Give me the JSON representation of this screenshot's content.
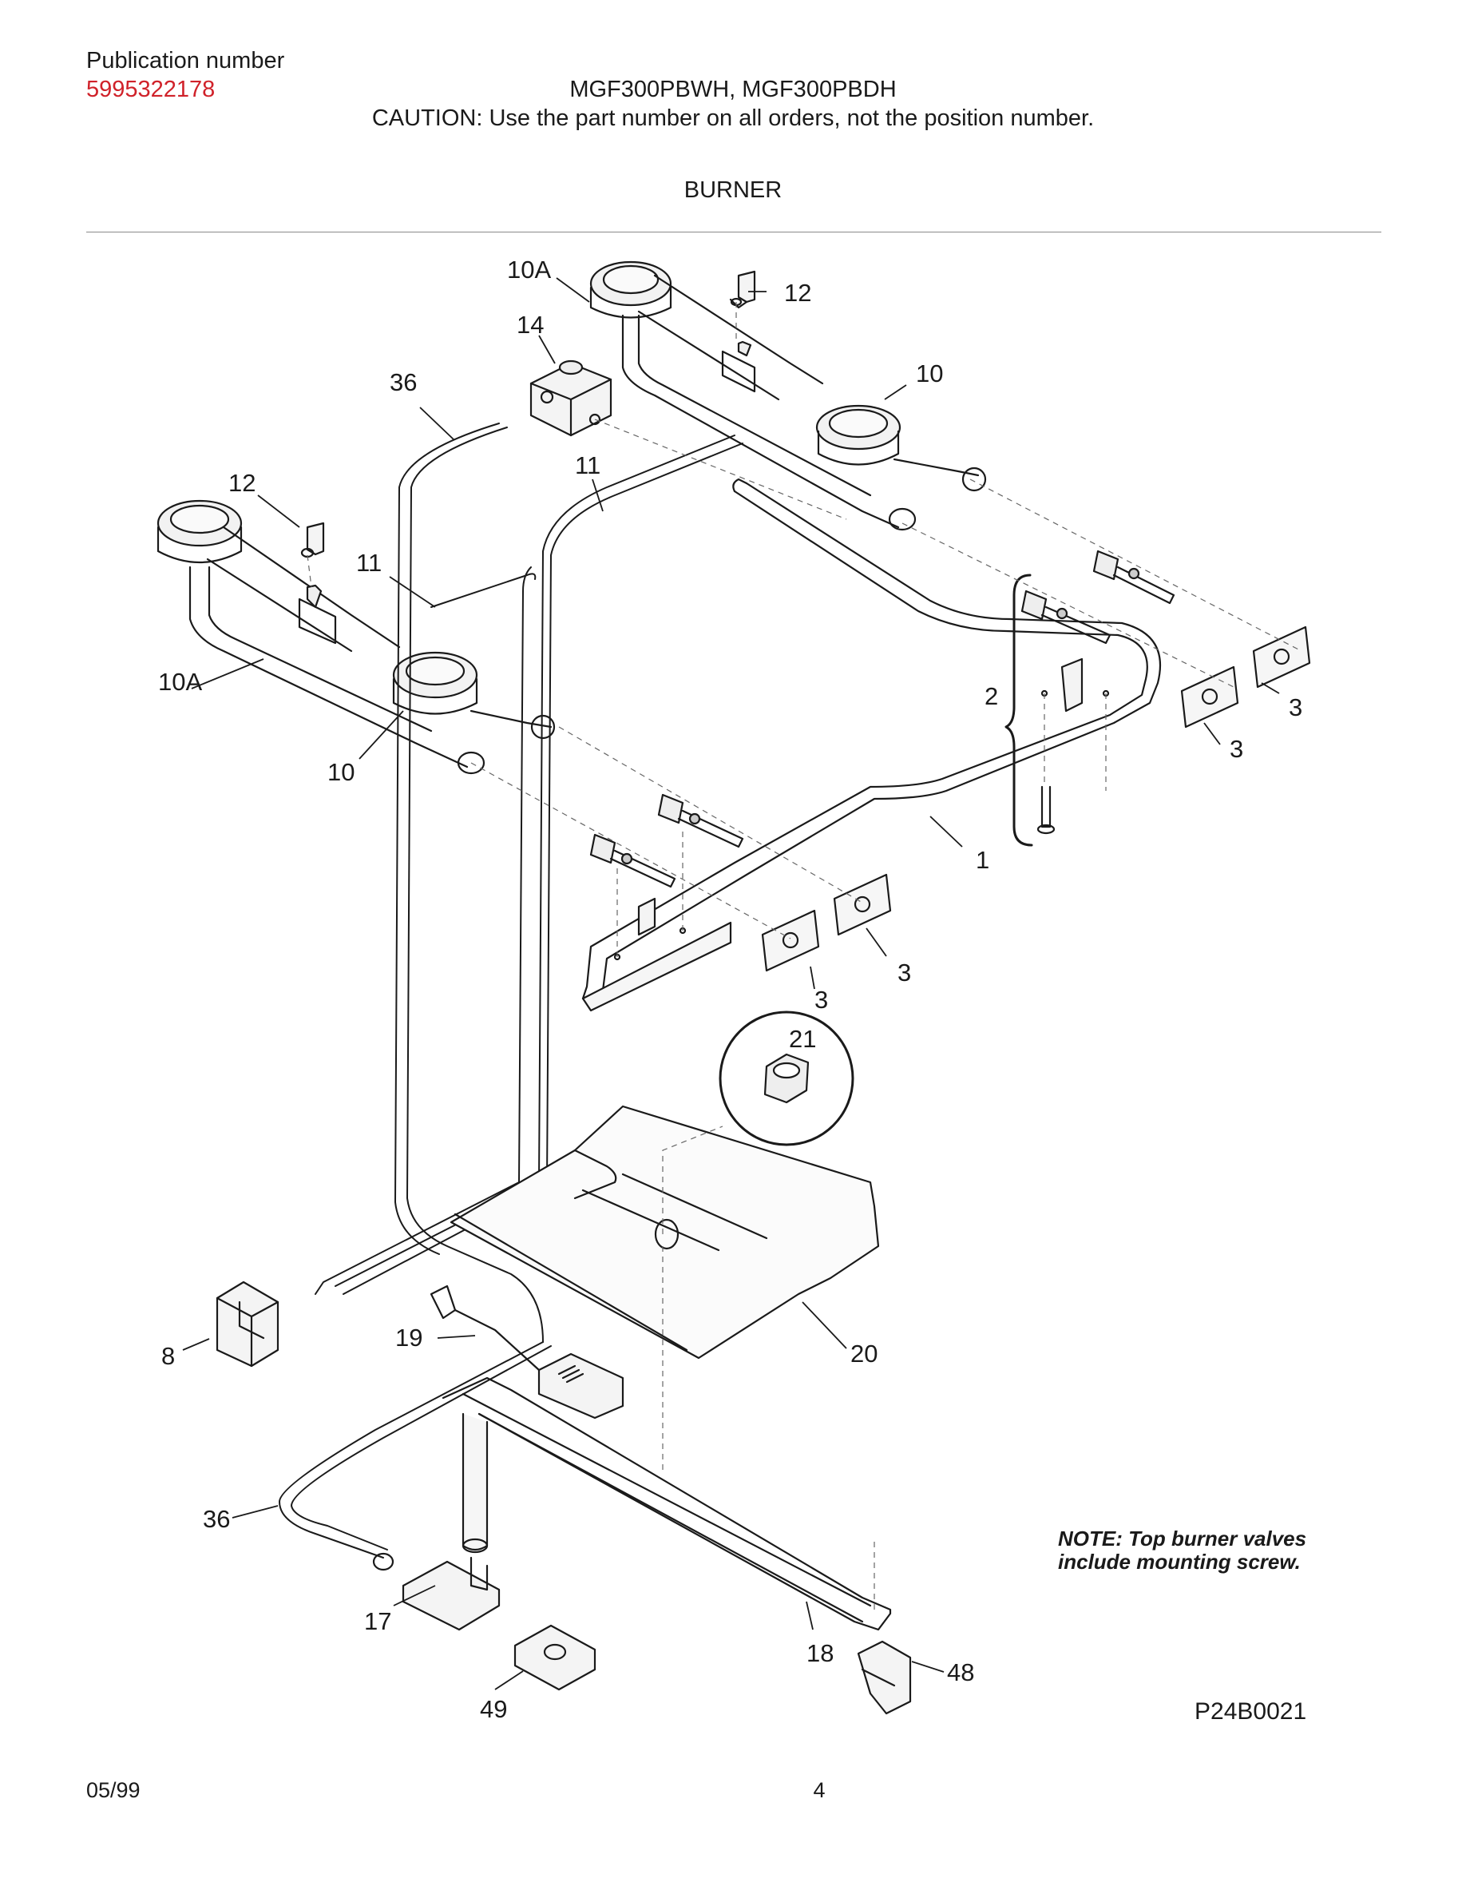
{
  "header": {
    "publication_label": "Publication number",
    "publication_number": "5995322178",
    "models": "MGF300PBWH, MGF300PBDH",
    "caution": "CAUTION:  Use the part number on all orders, not the position number."
  },
  "section_title": "BURNER",
  "callouts": [
    {
      "id": "c-10a-top",
      "text": "10A"
    },
    {
      "id": "c-12-top",
      "text": "12"
    },
    {
      "id": "c-14",
      "text": "14"
    },
    {
      "id": "c-36-top",
      "text": "36"
    },
    {
      "id": "c-10-top",
      "text": "10"
    },
    {
      "id": "c-11-center",
      "text": "11"
    },
    {
      "id": "c-12-left",
      "text": "12"
    },
    {
      "id": "c-11-left",
      "text": "11"
    },
    {
      "id": "c-10a-left",
      "text": "10A"
    },
    {
      "id": "c-10-left",
      "text": "10"
    },
    {
      "id": "c-2",
      "text": "2"
    },
    {
      "id": "c-3-a",
      "text": "3"
    },
    {
      "id": "c-3-b",
      "text": "3"
    },
    {
      "id": "c-1",
      "text": "1"
    },
    {
      "id": "c-3-c",
      "text": "3"
    },
    {
      "id": "c-3-d",
      "text": "3"
    },
    {
      "id": "c-21",
      "text": "21"
    },
    {
      "id": "c-20",
      "text": "20"
    },
    {
      "id": "c-8",
      "text": "8"
    },
    {
      "id": "c-19",
      "text": "19"
    },
    {
      "id": "c-36-bottom",
      "text": "36"
    },
    {
      "id": "c-17",
      "text": "17"
    },
    {
      "id": "c-49",
      "text": "49"
    },
    {
      "id": "c-18",
      "text": "18"
    },
    {
      "id": "c-48",
      "text": "48"
    }
  ],
  "note": {
    "line1": "NOTE: Top burner valves",
    "line2": "include mounting screw."
  },
  "diagram_code": "P24B0021",
  "footer": {
    "date": "05/99",
    "page_number": "4"
  }
}
